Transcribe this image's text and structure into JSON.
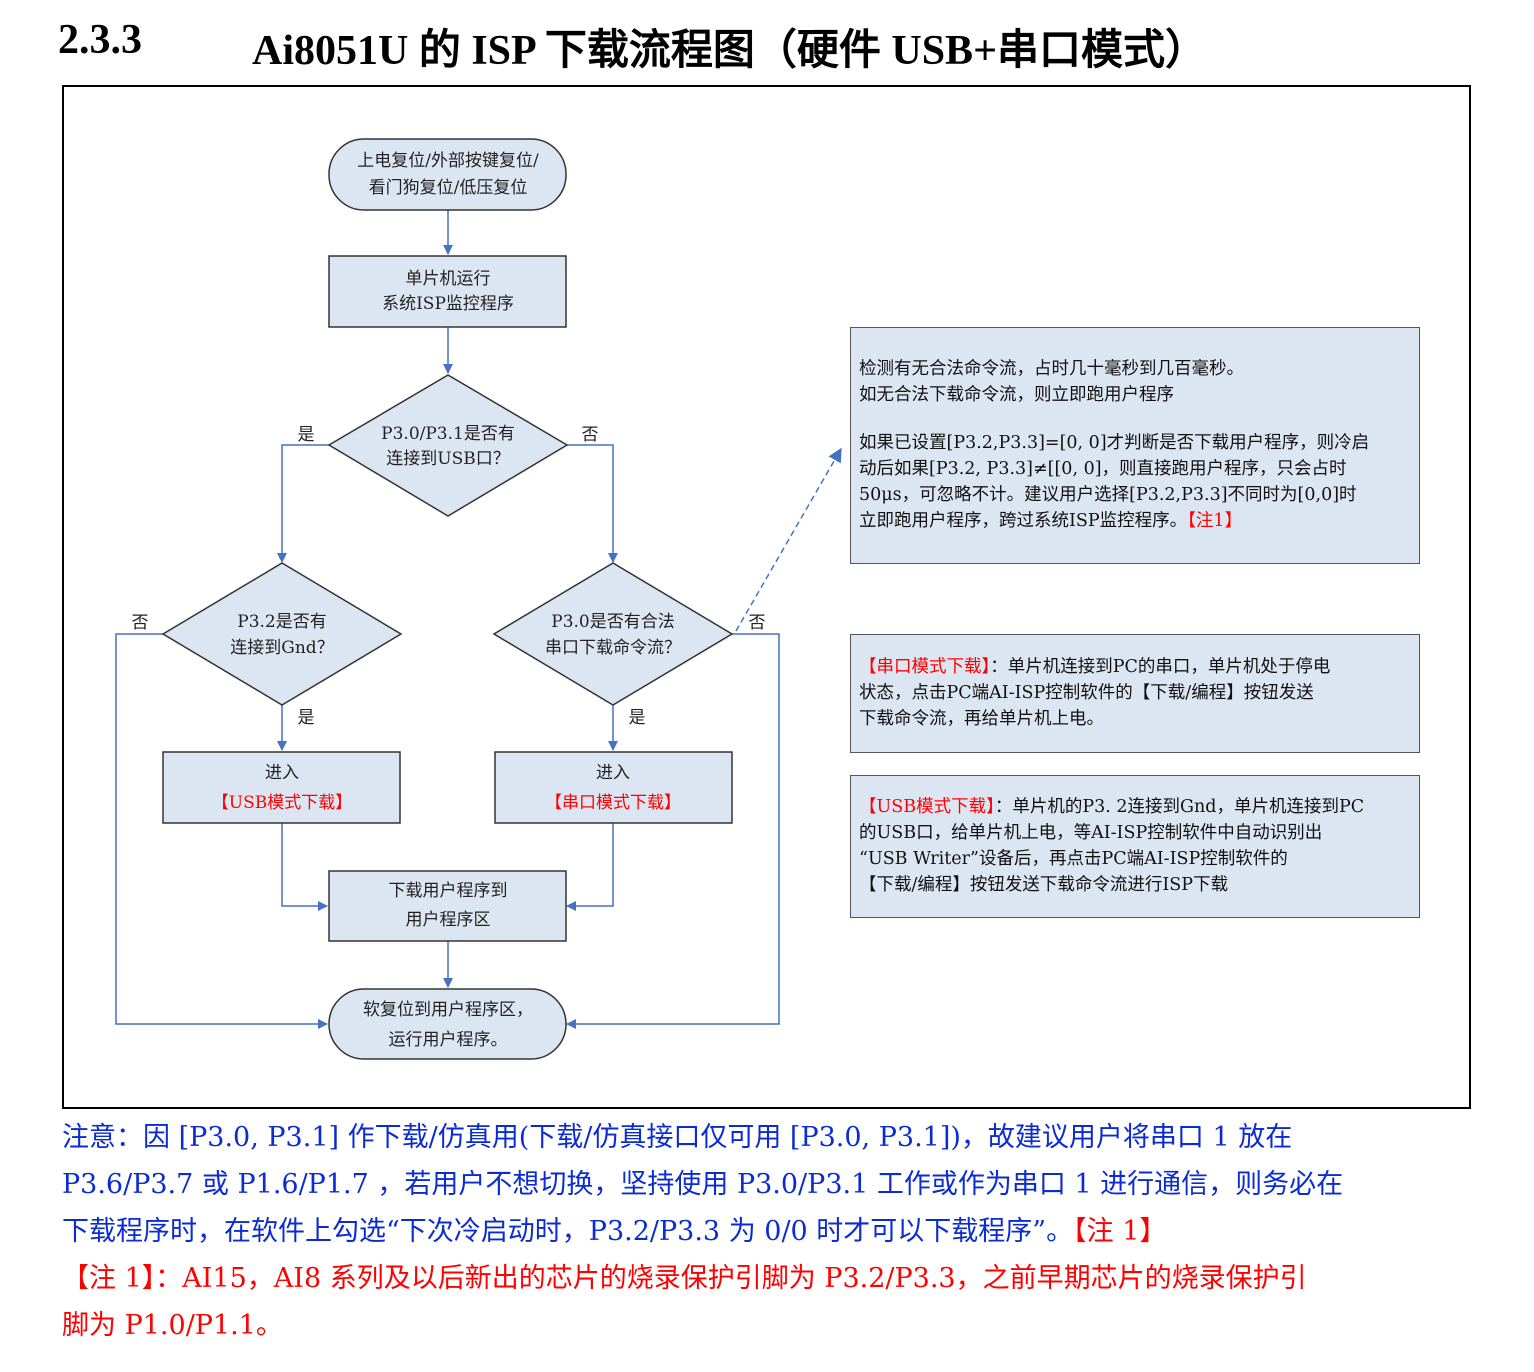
{
  "heading": {
    "number": "2.3.3",
    "title": "Ai8051U 的 ISP 下载流程图（硬件 USB+串口模式）"
  },
  "flow": {
    "start": [
      "上电复位/外部按键复位/",
      "看门狗复位/低压复位"
    ],
    "run": [
      "单片机运行",
      "系统ISP监控程序"
    ],
    "q_usb": [
      "P3.0/P3.1是否有",
      "连接到USB口？"
    ],
    "q_gnd": [
      "P3.2是否有",
      "连接到Gnd？"
    ],
    "q_serial": [
      "P3.0是否有合法",
      "串口下载命令流？"
    ],
    "enter_usb": {
      "line1": "进入",
      "line2": "【USB模式下载】"
    },
    "enter_serial": {
      "line1": "进入",
      "line2": "【串口模式下载】"
    },
    "download": [
      "下载用户程序到",
      "用户程序区"
    ],
    "end": [
      "软复位到用户程序区，",
      "运行用户程序。"
    ],
    "yes": "是",
    "no": "否"
  },
  "info_box": {
    "lines1": [
      "检测有无合法命令流，占时几十毫秒到几百毫秒。",
      "如无合法下载命令流，则立即跑用户程序"
    ],
    "lines2": [
      "如果已设置[P3.2,P3.3]=[0, 0]才判断是否下载用户程序，则冷启",
      "动后如果[P3.2, P3.3]≠[[0, 0]，则直接跑用户程序，只会占时",
      "50μs，可忽略不计。建议用户选择[P3.2,P3.3]不同时为[0,0]时"
    ],
    "last_line": "立即跑用户程序，跨过系统ISP监控程序。",
    "note_ref": "【注1】"
  },
  "serial_box": {
    "tag": "【串口模式下载】",
    "line1_rest": "：单片机连接到PC的串口，单片机处于停电",
    "line2": "状态，点击PC端AI-ISP控制软件的【下载/编程】按钮发送",
    "line3": "下载命令流，再给单片机上电。"
  },
  "usb_box": {
    "tag": "【USB模式下载】",
    "line1_rest": "：单片机的P3. 2连接到Gnd，单片机连接到PC",
    "line2": "的USB口，给单片机上电，等AI-ISP控制软件中自动识别出",
    "line3": "“USB Writer”设备后，再点击PC端AI-ISP控制软件的",
    "line4": "【下载/编程】按钮发送下载命令流进行ISP下载"
  },
  "notes": {
    "line1": "注意：因 [P3.0, P3.1] 作下载/仿真用(下载/仿真接口仅可用 [P3.0, P3.1])，故建议用户将串口 1 放在",
    "line2": "P3.6/P3.7 或 P1.6/P1.7 ，若用户不想切换，坚持使用 P3.0/P3.1 工作或作为串口 1 进行通信，则务必在",
    "line3": "下载程序时，在软件上勾选“下次冷启动时，P3.2/P3.3 为 0/0 时才可以下载程序”。",
    "line3_ref": "【注 1】",
    "line4": "【注 1】：AI15，AI8 系列及以后新出的芯片的烧录保护引脚为 P3.2/P3.3，之前早期芯片的烧录保护引",
    "line5": "脚为 P1.0/P1.1。"
  },
  "colors": {
    "box_fill": "#dce6f2",
    "arrow": "#4472c4",
    "red": "#ff0000",
    "note_blue": "#0b2cd4"
  }
}
